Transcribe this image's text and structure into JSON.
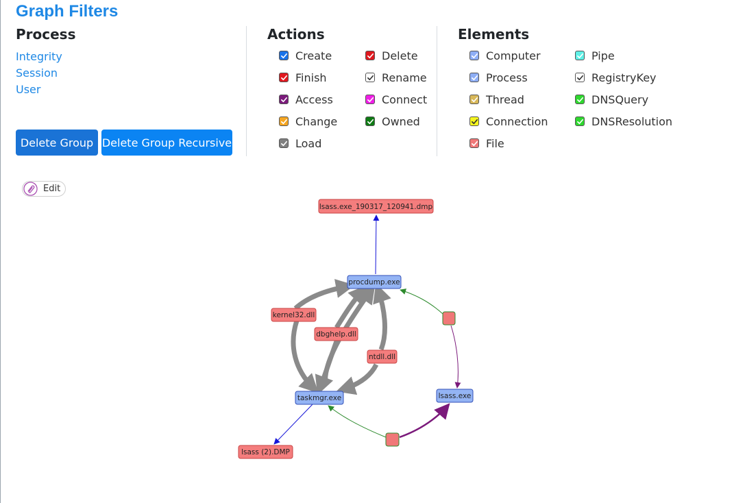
{
  "title": "Graph Filters",
  "process": {
    "heading": "Process",
    "links": [
      "Integrity",
      "Session",
      "User"
    ],
    "delete_group_label": "Delete Group",
    "delete_group_recursive_label": "Delete Group Recursive"
  },
  "actions": {
    "heading": "Actions",
    "items": [
      {
        "label": "Create",
        "color": "#1a73e8"
      },
      {
        "label": "Delete",
        "color": "#e0181f"
      },
      {
        "label": "Finish",
        "color": "#e0181f"
      },
      {
        "label": "Rename",
        "color": "#ffffff"
      },
      {
        "label": "Access",
        "color": "#7b1a7b"
      },
      {
        "label": "Connect",
        "color": "#f01ee6"
      },
      {
        "label": "Change",
        "color": "#f5a623"
      },
      {
        "label": "Owned",
        "color": "#0f7a14"
      },
      {
        "label": "Load",
        "color": "#808080"
      }
    ]
  },
  "elements": {
    "heading": "Elements",
    "items": [
      {
        "label": "Computer",
        "color": "#8eaef5"
      },
      {
        "label": "Pipe",
        "color": "#5ff0e6"
      },
      {
        "label": "Process",
        "color": "#8eaef5"
      },
      {
        "label": "RegistryKey",
        "color": "#ffffff"
      },
      {
        "label": "Thread",
        "color": "#d8b85a"
      },
      {
        "label": "DNSQuery",
        "color": "#2fd82f"
      },
      {
        "label": "Connection",
        "color": "#f5f51e"
      },
      {
        "label": "DNSResolution",
        "color": "#2fd82f"
      },
      {
        "label": "File",
        "color": "#f07878"
      }
    ]
  },
  "edit_label": "Edit",
  "graph": {
    "colors": {
      "file_fill": "#f47d7d",
      "file_stroke": "#c94444",
      "process_fill": "#94b4f4",
      "process_stroke": "#3350b8",
      "load_edge": "#8a8a8a",
      "create_edge": "#1515d8",
      "access_edge": "#7b1a7b",
      "connect_edge": "#2e8b2e",
      "connection_fill": "#f07878",
      "connection_stroke": "#2e8b2e"
    },
    "nodes": {
      "dump_file": "lsass.exe_190317_120941.dmp",
      "procdump": "procdump.exe",
      "kernel32": "kernel32.dll",
      "dbghelp": "dbghelp.dll",
      "ntdll": "ntdll.dll",
      "taskmgr": "taskmgr.exe",
      "lsass": "lsass.exe",
      "lsass_dmp": "lsass (2).DMP"
    }
  }
}
